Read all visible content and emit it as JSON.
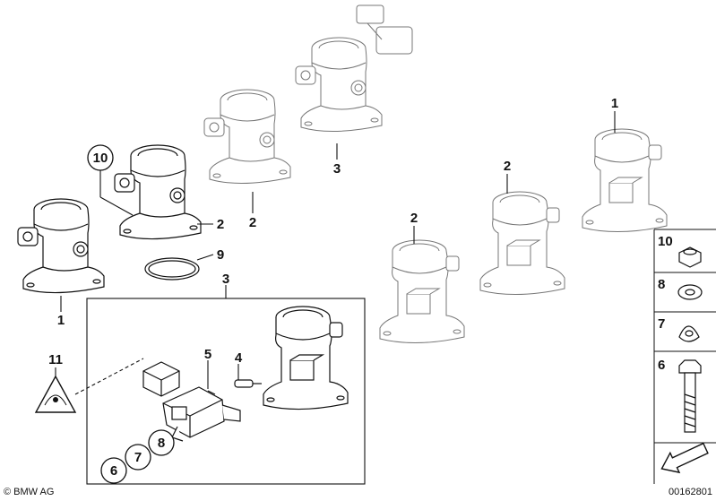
{
  "diagram": {
    "callouts": {
      "c1_left": "1",
      "c1_right": "1",
      "c2_a": "2",
      "c2_b": "2",
      "c2_c": "2",
      "c2_d": "2",
      "c3_top": "3",
      "c3_mid": "3",
      "c4": "4",
      "c5": "5",
      "c6": "6",
      "c7": "7",
      "c8": "8",
      "c9": "9",
      "c10": "10",
      "c11": "11"
    },
    "legend": {
      "l10": "10",
      "l8": "8",
      "l7": "7",
      "l6": "6"
    },
    "footer": {
      "copyright": "© BMW AG",
      "diagram_id": "00162801"
    }
  }
}
